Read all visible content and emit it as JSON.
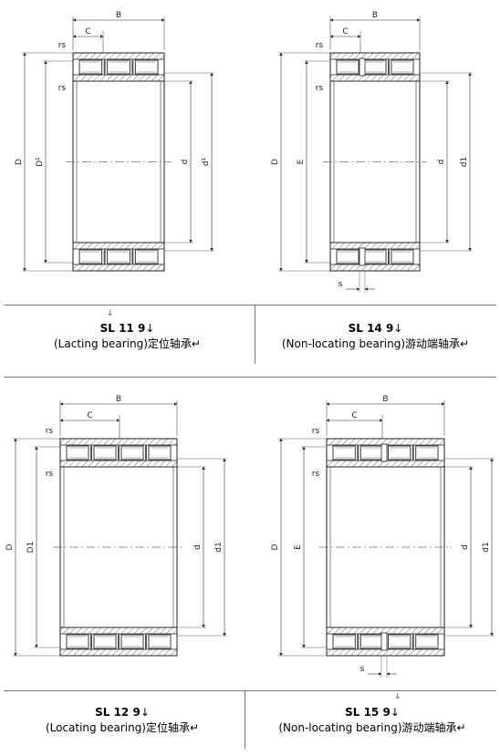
{
  "drawings": [
    {
      "id": "sl119",
      "code": "SL 11 9",
      "end_mark": "↓",
      "description": "(Lacting bearing)定位轴承",
      "return_mark": "↵",
      "top_mark": "↓",
      "labels": {
        "B": "B",
        "C": "C",
        "rs_outer": "rs",
        "rs_inner": "rs",
        "D": "D",
        "D1": "D¹",
        "d": "d",
        "d1": "d¹"
      }
    },
    {
      "id": "sl149",
      "code": "SL 14 9",
      "end_mark": "↓",
      "description": "(Non-locating bearing)游动端轴承",
      "return_mark": "↵",
      "labels": {
        "B": "B",
        "C": "C",
        "rs_outer": "rs",
        "rs_inner": "rs",
        "D": "D",
        "E": "E",
        "d": "d",
        "d1": "d1",
        "s": "s"
      }
    },
    {
      "id": "sl129",
      "code": "SL 12 9",
      "end_mark": "↓",
      "description": "(Locating bearing)定位轴承",
      "return_mark": "↵",
      "labels": {
        "B": "B",
        "C": "C",
        "rs_outer": "rs",
        "rs_inner": "rs",
        "D": "D",
        "D1": "D1",
        "d": "d",
        "d1": "d1"
      }
    },
    {
      "id": "sl159",
      "code": "SL 15 9",
      "end_mark": "↓",
      "description": "(Non-locating bearing)游动端轴承",
      "return_mark": "↵",
      "top_mark": "↓",
      "labels": {
        "B": "B",
        "C": "C",
        "rs_outer": "rs",
        "rs_inner": "rs",
        "D": "D",
        "E": "E",
        "d": "d",
        "d1": "d1",
        "s": "s"
      }
    }
  ]
}
